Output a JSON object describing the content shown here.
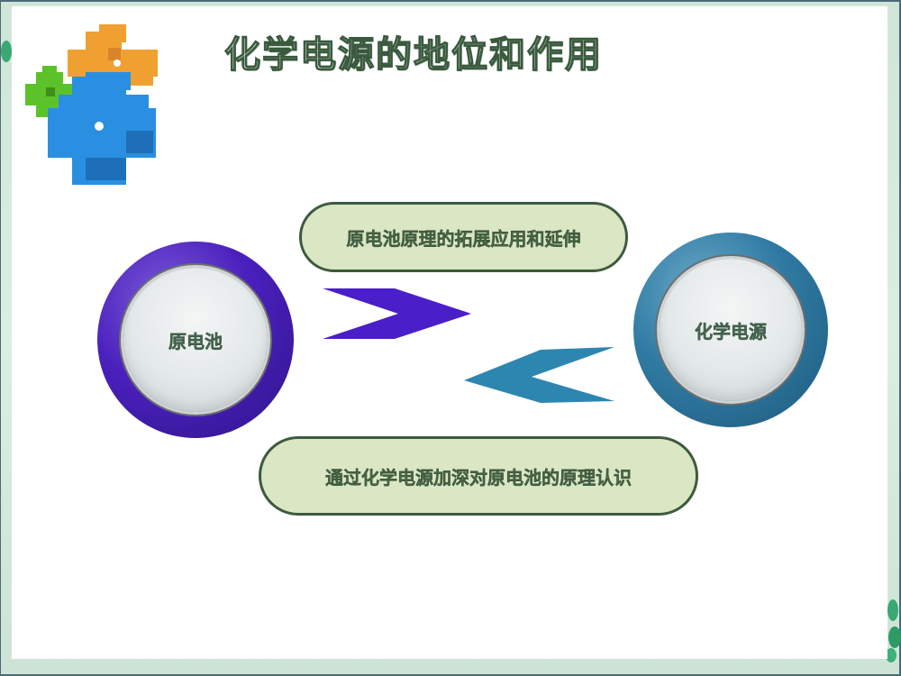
{
  "slide": {
    "title": "化学电源的地位和作用",
    "left_circle": {
      "label": "原电池",
      "color": "#4a20bd"
    },
    "right_circle": {
      "label": "化学电源",
      "color": "#2f7aa3"
    },
    "top_pill": {
      "label": "原电池原理的拓展应用和延伸",
      "color": "#dbe6c5"
    },
    "bottom_pill": {
      "label": "通过化学电源加深对原电池的原理认识",
      "color": "#dbe6c5"
    },
    "arrow_right": {
      "direction": "right",
      "color": "#4a1fc9"
    },
    "arrow_left": {
      "direction": "left",
      "color": "#2d86b0"
    },
    "decoration": {
      "logo": "colorful-puzzle-blocks-icon"
    }
  }
}
